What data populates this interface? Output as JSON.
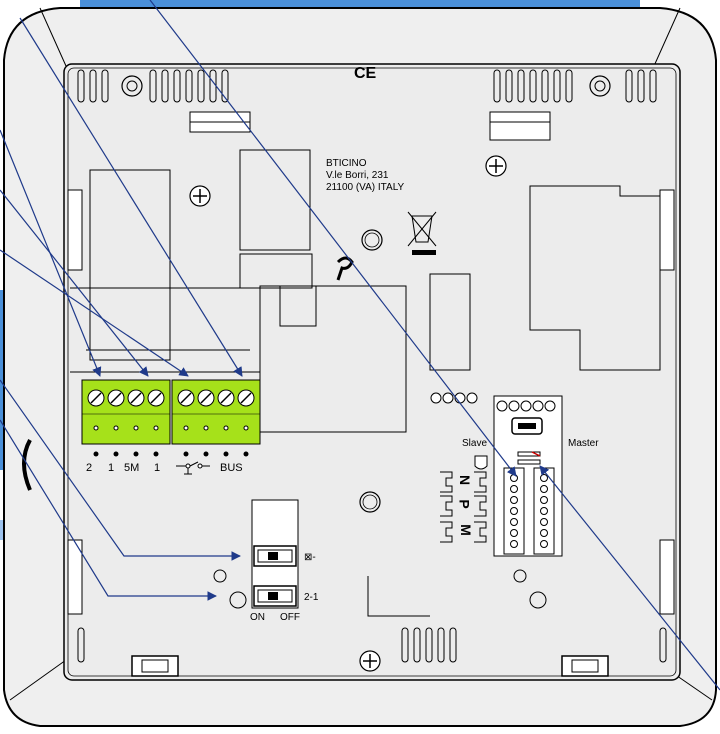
{
  "manufacturer": {
    "name": "BTICINO",
    "street": "V.le Borri, 231",
    "city": "21100 (VA) ITALY"
  },
  "marks": {
    "ce": "CE",
    "weee_icon": "crossed-bin-icon"
  },
  "terminals": [
    "2",
    "1",
    "5M",
    "1",
    "BUS"
  ],
  "dip_switches": {
    "switch_1_label": "⊠-",
    "switch_2_label": "2-1",
    "on_label": "ON",
    "off_label": "OFF"
  },
  "connector": {
    "slave_label": "Slave",
    "master_label": "Master",
    "letters": [
      "N",
      "P",
      "M"
    ]
  },
  "colors": {
    "terminal_green": "#a6e11a",
    "line_color": "#1f3a8a",
    "body_fill": "#efefef"
  }
}
